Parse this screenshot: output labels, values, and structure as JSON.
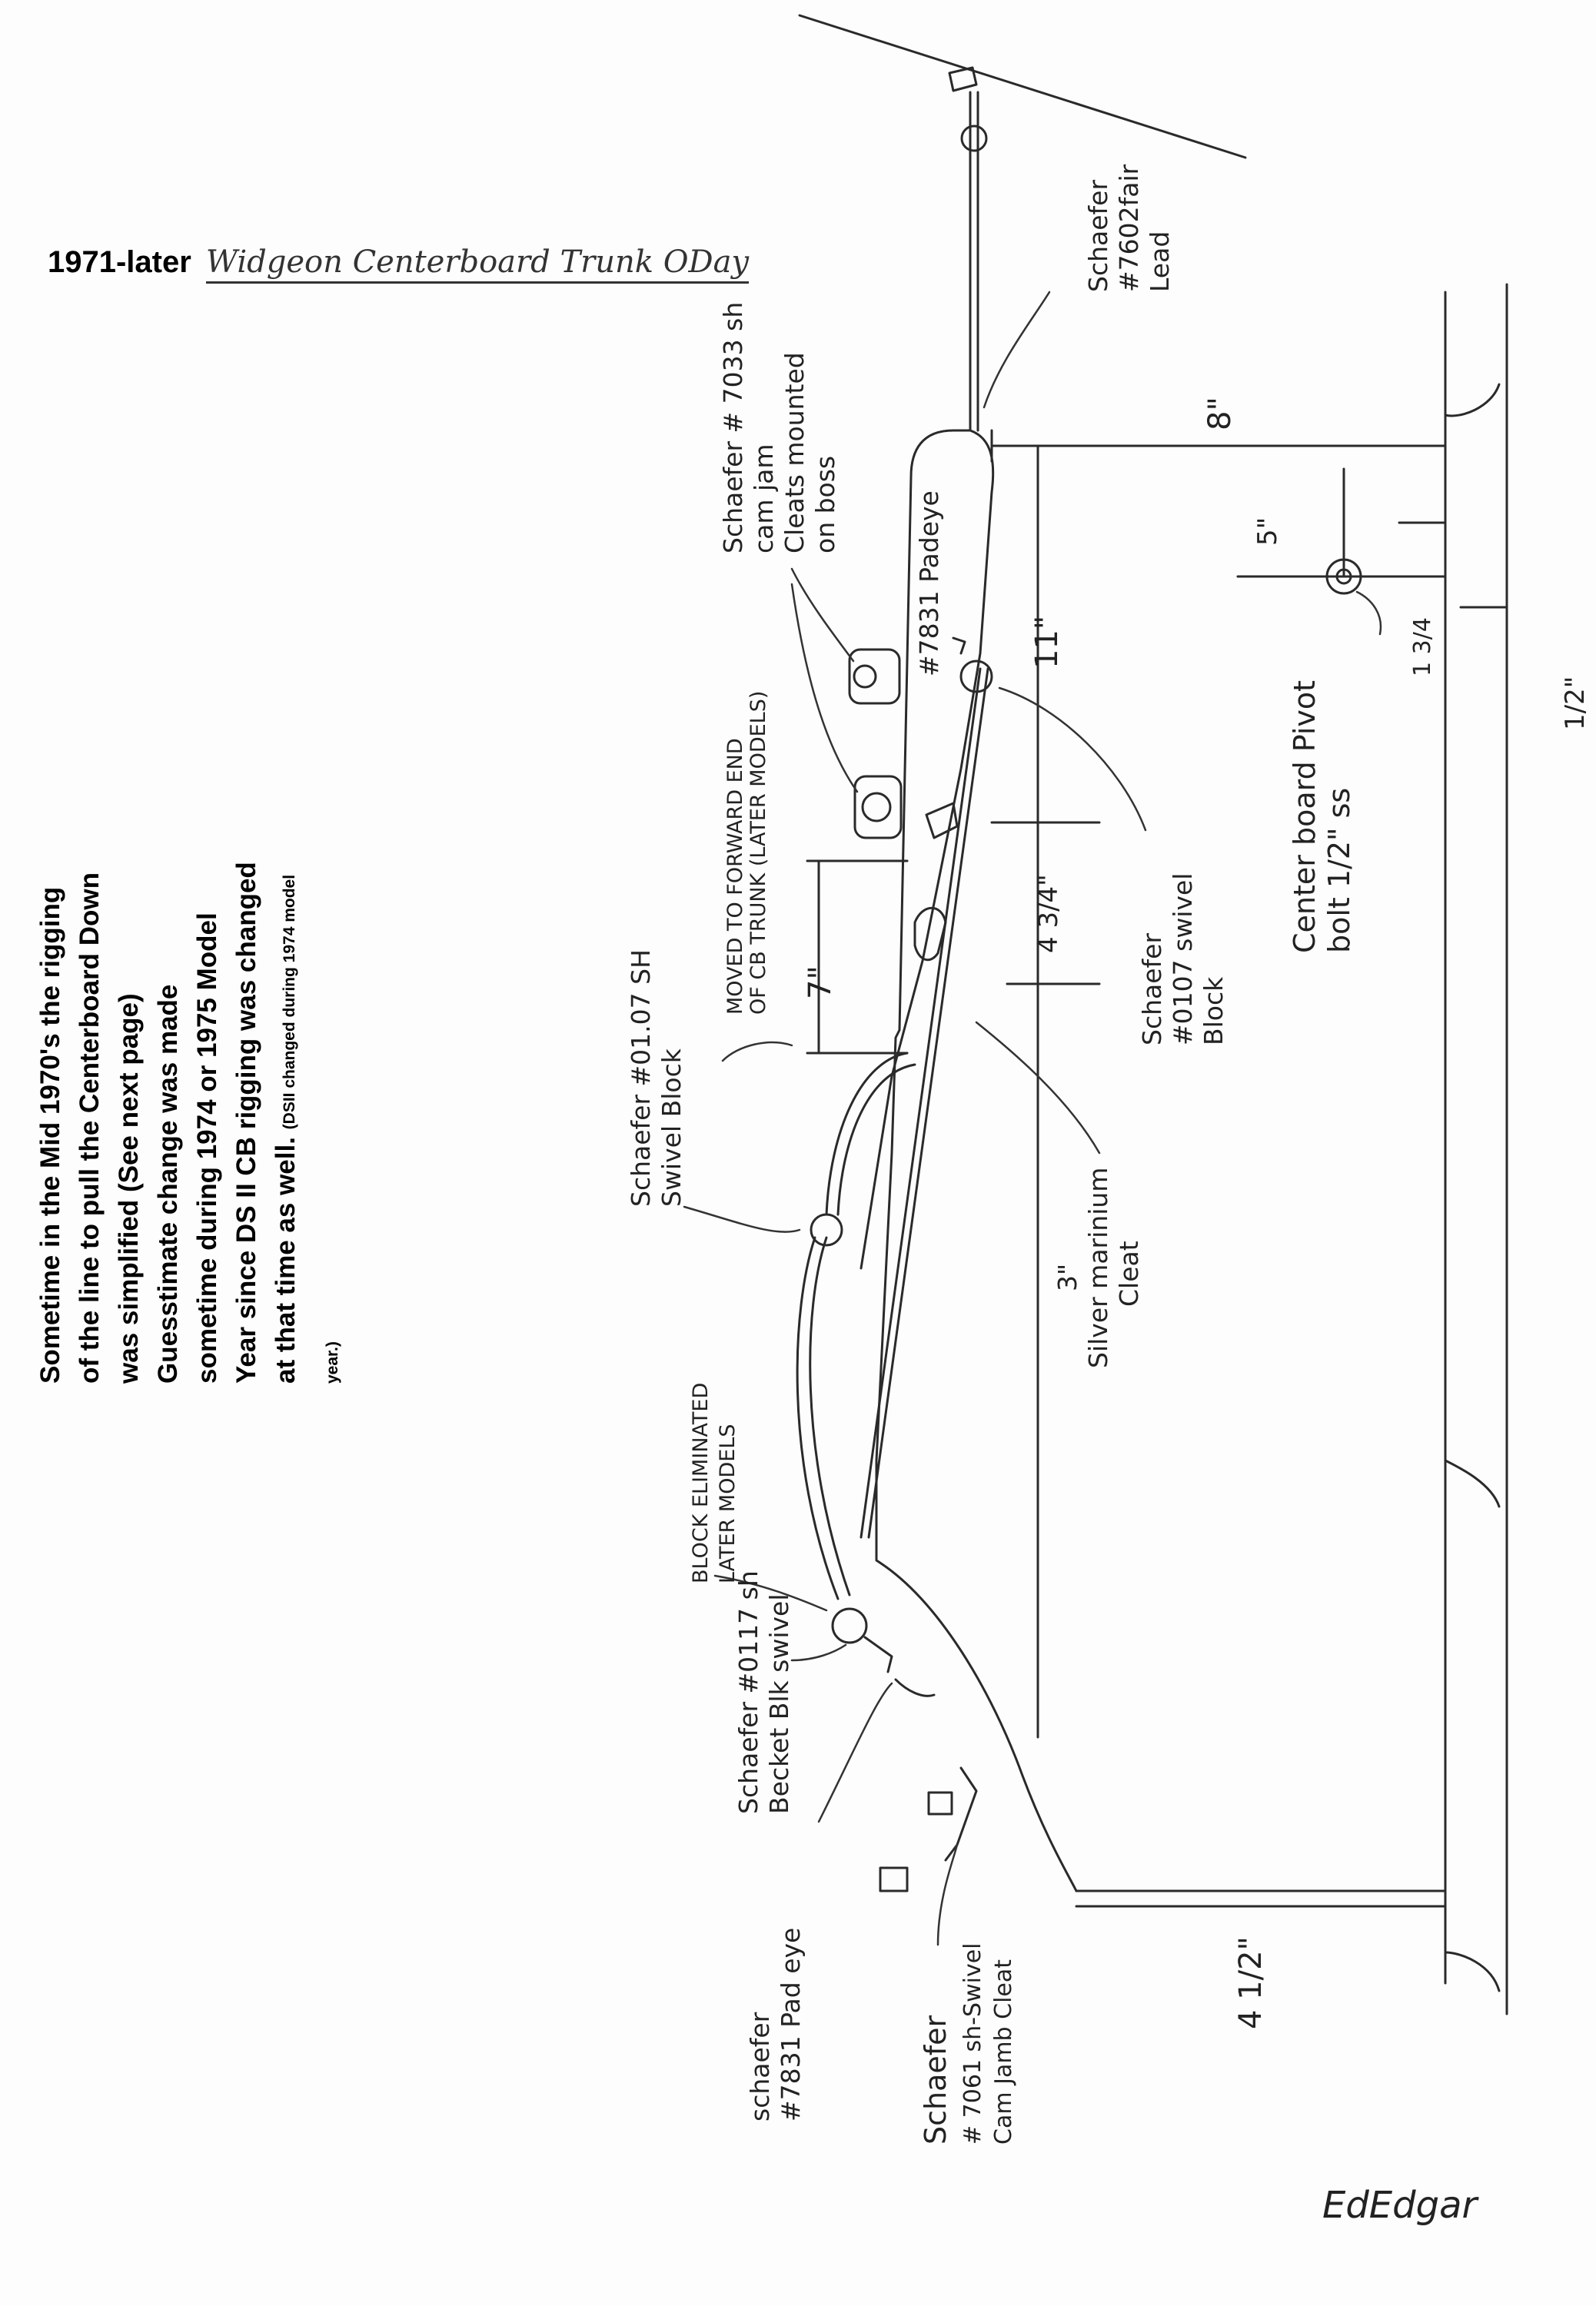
{
  "title": {
    "typed": "1971-later",
    "handwritten": "Widgeon Centerboard Trunk ODay"
  },
  "note": {
    "main": "Sometime in the Mid 1970's the rigging of the line to pull the Centerboard Down was simplified (See next page) Guesstimate change was made sometime during 1974 or 1975 Model Year since DS II CB rigging was changed at that time as well.",
    "small": "(DSII changed during 1974 model year.)"
  },
  "labels": {
    "fairlead": [
      "Schaefer",
      "#7602fair",
      "Lead"
    ],
    "cam_jam": [
      "Schaefer # 7033 sh",
      "cam jam",
      "Cleats mounted",
      "on boss"
    ],
    "padeye_top": "#7831 Padeye",
    "moved": [
      "MOVED TO FORWARD END",
      "OF CB TRUNK (LATER MODELS)"
    ],
    "swivel_block_top": [
      "Schaefer #01.07 SH",
      "Swivel Block"
    ],
    "block_eliminated": [
      "BLOCK ELIMINATED",
      "LATER MODELS"
    ],
    "becket": [
      "Schaefer #0117 sh",
      "Becket Blk swivel"
    ],
    "padeye_bottom": [
      "schaefer",
      "#7831 Pad eye"
    ],
    "cam_jamb": [
      "Schaefer",
      "# 7061 sh-Swivel",
      "Cam Jamb Cleat"
    ],
    "swivel_block_mid": [
      "Schaefer",
      "#0107 swivel",
      "Block"
    ],
    "silver_cleat": [
      "3\"",
      "Silver marinium",
      "Cleat"
    ],
    "pivot": [
      "Center board Pivot",
      "bolt 1/2\" ss"
    ],
    "signature": "EdEdgar"
  },
  "dimensions": {
    "d8": "8\"",
    "d5": "5\"",
    "d134": "1 3/4",
    "d11": "11\"",
    "d434": "4 3/4\"",
    "d7": "7\"",
    "d412": "4 1/2\"",
    "d12": "1/2\""
  }
}
